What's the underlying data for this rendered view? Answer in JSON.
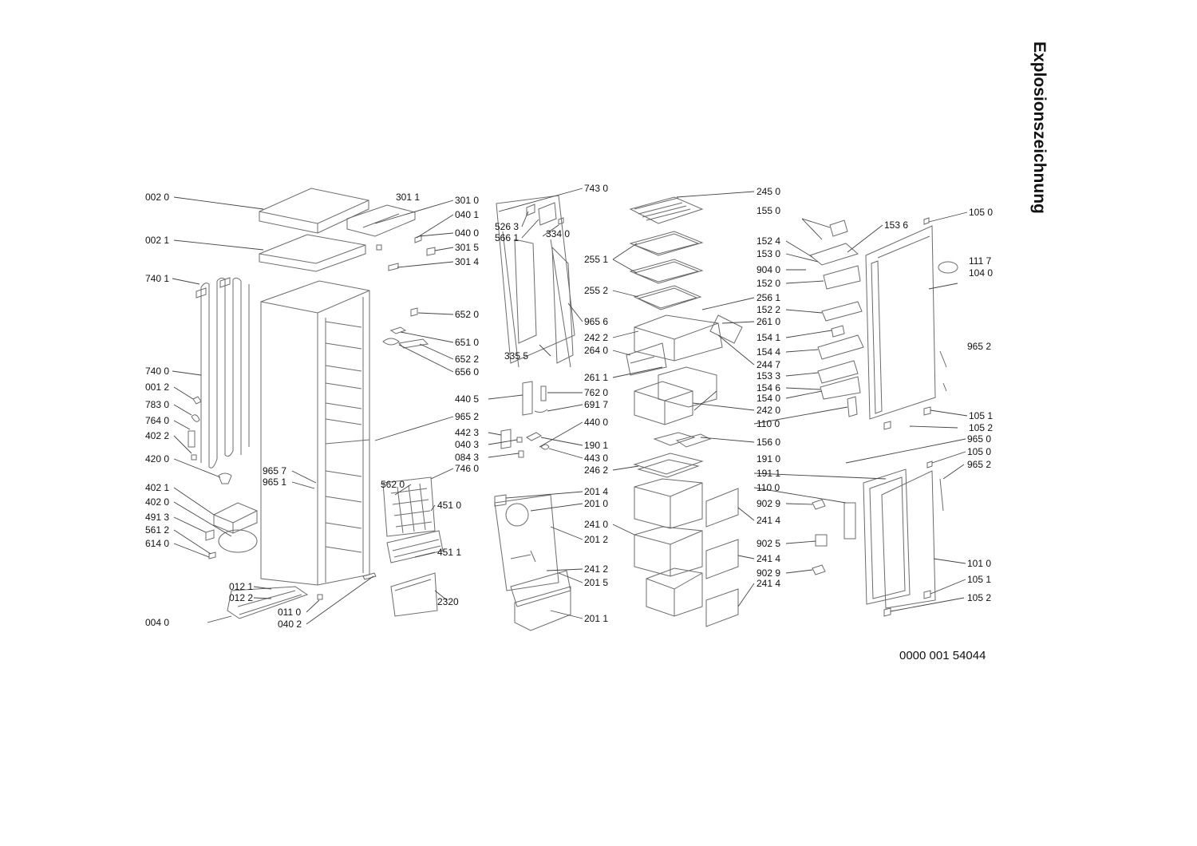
{
  "title": "Explosionszeichnung",
  "document_number": "0000 001 54044",
  "part_labels": [
    "002 0",
    "002 1",
    "740 1",
    "740 0",
    "001 2",
    "783 0",
    "764 0",
    "402 2",
    "420 0",
    "402 1",
    "402 0",
    "491 3",
    "561 2",
    "614 0",
    "004 0",
    "301 1",
    "301 0",
    "040 1",
    "040 0",
    "301 5",
    "301 4",
    "652 0",
    "651 0",
    "652 2",
    "656 0",
    "440 5",
    "965 2",
    "442 3",
    "040 3",
    "084 3",
    "965 7",
    "965 1",
    "746 0",
    "562 0",
    "451 0",
    "451 1",
    "2320",
    "012 1",
    "012 2",
    "011 0",
    "040 2",
    "743 0",
    "526 3",
    "566 1",
    "334 0",
    "965 6",
    "335 5",
    "762 0",
    "691 7",
    "440 0",
    "190 1",
    "443 0",
    "201 4",
    "201 0",
    "241 0",
    "201 2",
    "241 2",
    "201 5",
    "201 1",
    "245 0",
    "255 1",
    "255 2",
    "256 1",
    "261 0",
    "242 2",
    "264 0",
    "244 7",
    "261 1",
    "242 0",
    "110 0",
    "156 0",
    "191 0",
    "246 2",
    "191 1",
    "110 0",
    "241 4",
    "241 4",
    "241 4",
    "155 0",
    "153 6",
    "152 4",
    "153 0",
    "904 0",
    "152 0",
    "152 2",
    "154 1",
    "154 4",
    "153 3",
    "154 6",
    "154 0",
    "902 9",
    "902 5",
    "902 9",
    "105 0",
    "111 7",
    "104 0",
    "965 2",
    "105 1",
    "105 2",
    "965 0",
    "105 0",
    "965 2",
    "101 0",
    "105 1",
    "105 2"
  ]
}
